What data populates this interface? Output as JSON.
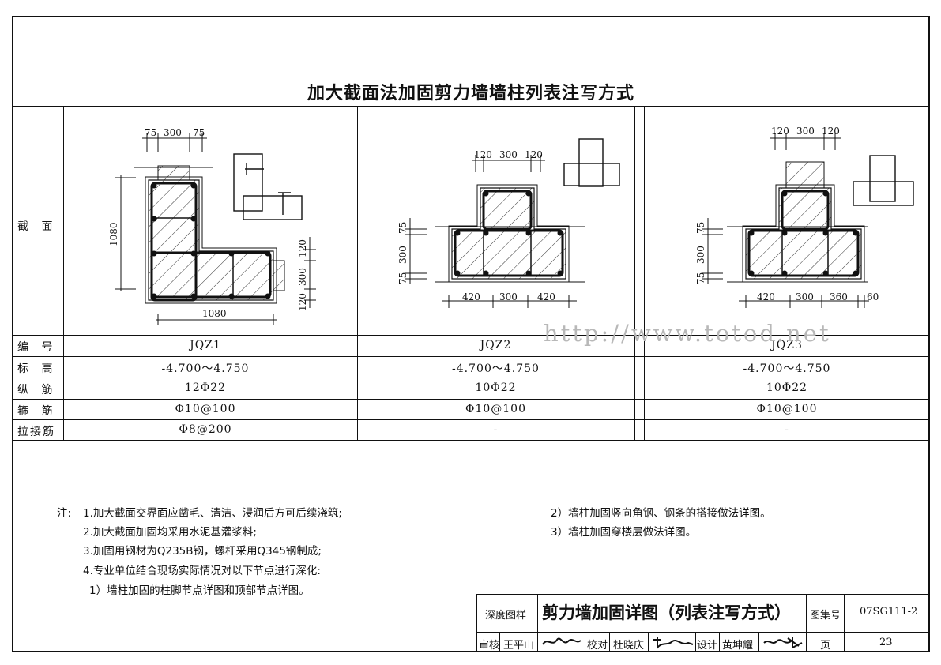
{
  "title": "加大截面法加固剪力墙墙柱列表注写方式",
  "row_labels": {
    "section": "截 面",
    "id": "编 号",
    "elevation": "标 高",
    "long_bar": "纵 筋",
    "stirrup": "箍 筋",
    "tie_bar": "拉接筋"
  },
  "columns": [
    {
      "id": "JQZ1",
      "elevation": "-4.700～4.750",
      "long_bar": "12Φ22",
      "stirrup": "Φ10@100",
      "tie_bar": "Φ8@200"
    },
    {
      "id": "JQZ2",
      "elevation": "-4.700～4.750",
      "long_bar": "10Φ22",
      "stirrup": "Φ10@100",
      "tie_bar": "-"
    },
    {
      "id": "JQZ3",
      "elevation": "-4.700～4.750",
      "long_bar": "10Φ22",
      "stirrup": "Φ10@100",
      "tie_bar": "-"
    }
  ],
  "drawings": {
    "jqz1": {
      "top_dims": [
        "75",
        "300",
        "75"
      ],
      "height": "1080",
      "width": "1080",
      "right_dims": [
        "120",
        "300",
        "120"
      ]
    },
    "jqz2": {
      "top_dims": [
        "120",
        "300",
        "120"
      ],
      "left_dims": [
        "75",
        "300",
        "75"
      ],
      "bottom_dims": [
        "420",
        "300",
        "420"
      ]
    },
    "jqz3": {
      "top_dims": [
        "120",
        "300",
        "120"
      ],
      "left_dims": [
        "75",
        "300",
        "75"
      ],
      "bottom_dims": [
        "420",
        "300",
        "360",
        "60"
      ]
    }
  },
  "watermark": "http://www.totod.net",
  "notes": {
    "prefix": "注:",
    "left": [
      "1.加大截面交界面应凿毛、清洁、浸润后方可后续浇筑;",
      "2.加大截面加固均采用水泥基灌浆料;",
      "3.加固用钢材为Q235B钢，螺杆采用Q345钢制成;",
      "4.专业单位结合现场实际情况对以下节点进行深化:",
      "1）墙柱加固的柱脚节点详图和顶部节点详图。"
    ],
    "right": [
      "2）墙柱加固竖向角钢、钢条的搭接做法详图。",
      "3）墙柱加固穿楼层做法详图。"
    ]
  },
  "title_block": {
    "depth_label": "深度图样",
    "drawing_title": "剪力墙加固详图（列表注写方式）",
    "atlas_label": "图集号",
    "atlas_no": "07SG111-2",
    "review_label": "审核",
    "review_name": "王平山",
    "check_label": "校对",
    "check_name": "杜晓庆",
    "design_label": "设计",
    "design_name": "黄坤耀",
    "page_label": "页",
    "page_no": "23"
  }
}
